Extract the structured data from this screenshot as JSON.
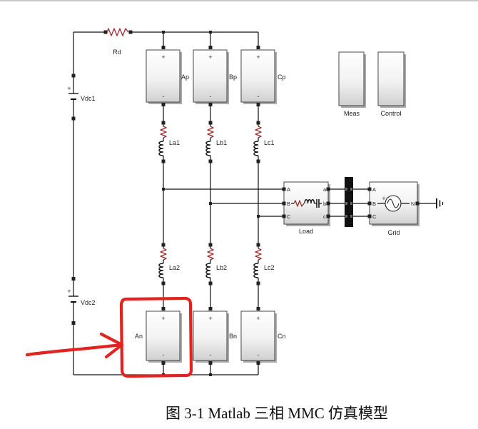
{
  "diagram": {
    "dc_link": {
      "resistor_label": "Rd",
      "sources": [
        {
          "label": "Vdc1",
          "polarity": "+"
        },
        {
          "label": "Vdc2",
          "polarity": "+"
        }
      ]
    },
    "upper_arms": [
      {
        "label": "Ap",
        "pos_terminal": "+",
        "neg_terminal": "-"
      },
      {
        "label": "Bp",
        "pos_terminal": "+",
        "neg_terminal": "-"
      },
      {
        "label": "Cp",
        "pos_terminal": "+",
        "neg_terminal": "-"
      }
    ],
    "upper_inductors": [
      "La1",
      "Lb1",
      "Lc1"
    ],
    "lower_inductors": [
      "La2",
      "Lb2",
      "Lc2"
    ],
    "lower_arms": [
      {
        "label": "An",
        "pos_terminal": "+",
        "neg_terminal": "-"
      },
      {
        "label": "Bn",
        "pos_terminal": "+",
        "neg_terminal": "-"
      },
      {
        "label": "Cn",
        "pos_terminal": "+",
        "neg_terminal": "-"
      }
    ],
    "load": {
      "label": "Load",
      "input_ports": [
        "A",
        "B",
        "C"
      ],
      "output_ports": [
        "a",
        "b",
        "c"
      ]
    },
    "grid": {
      "label": "Grid",
      "input_ports": [
        "A",
        "B",
        "C"
      ],
      "neutral_port": "N",
      "source_sign": "+"
    },
    "meas": {
      "label": "Meas"
    },
    "control": {
      "label": "Control"
    }
  },
  "colors": {
    "annotation": "#e2231f",
    "resistor": "#9b2a2a",
    "wire": "#111111"
  },
  "caption": "图 3-1 Matlab 三相 MMC 仿真模型"
}
